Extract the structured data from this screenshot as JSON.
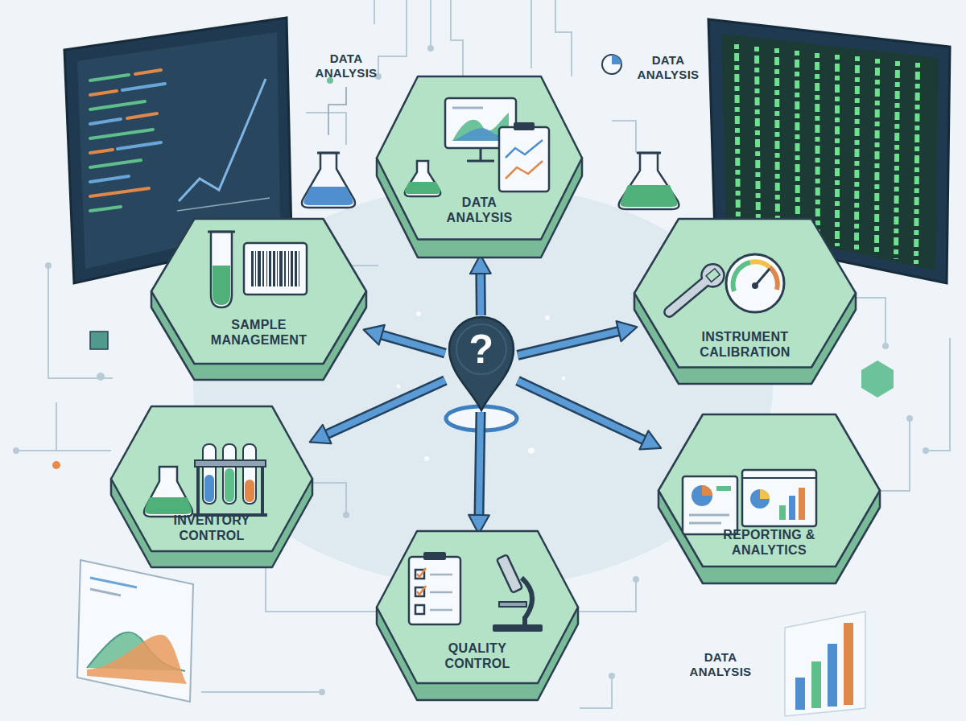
{
  "diagram": {
    "nodes": [
      {
        "text": [
          "DATA ANALYSIS"
        ]
      },
      {
        "text": [
          "SAMPLE MANAGEMENT"
        ]
      },
      {
        "text": [
          "INSTRUMENT CALIBRATION"
        ]
      },
      {
        "text": [
          "?"
        ]
      },
      {
        "text": [
          "INVENTORY CONTROL"
        ]
      },
      {
        "text": [
          "REPORTING & ANALYTICS"
        ]
      },
      {
        "text": [
          "QUALITY CONTROL"
        ]
      }
    ],
    "edges": [
      {
        "from": 3,
        "to": 0,
        "arrow": "to"
      },
      {
        "from": 3,
        "to": 1,
        "arrow": "to"
      },
      {
        "from": 3,
        "to": 2,
        "arrow": "to"
      },
      {
        "from": 3,
        "to": 4,
        "arrow": "to"
      },
      {
        "from": 3,
        "to": 5,
        "arrow": "to"
      },
      {
        "from": 3,
        "to": 6,
        "arrow": "to"
      }
    ],
    "labels": [
      "DATA ANALYSIS",
      "DATA ANALYSIS",
      "DATA ANALYSIS"
    ]
  }
}
